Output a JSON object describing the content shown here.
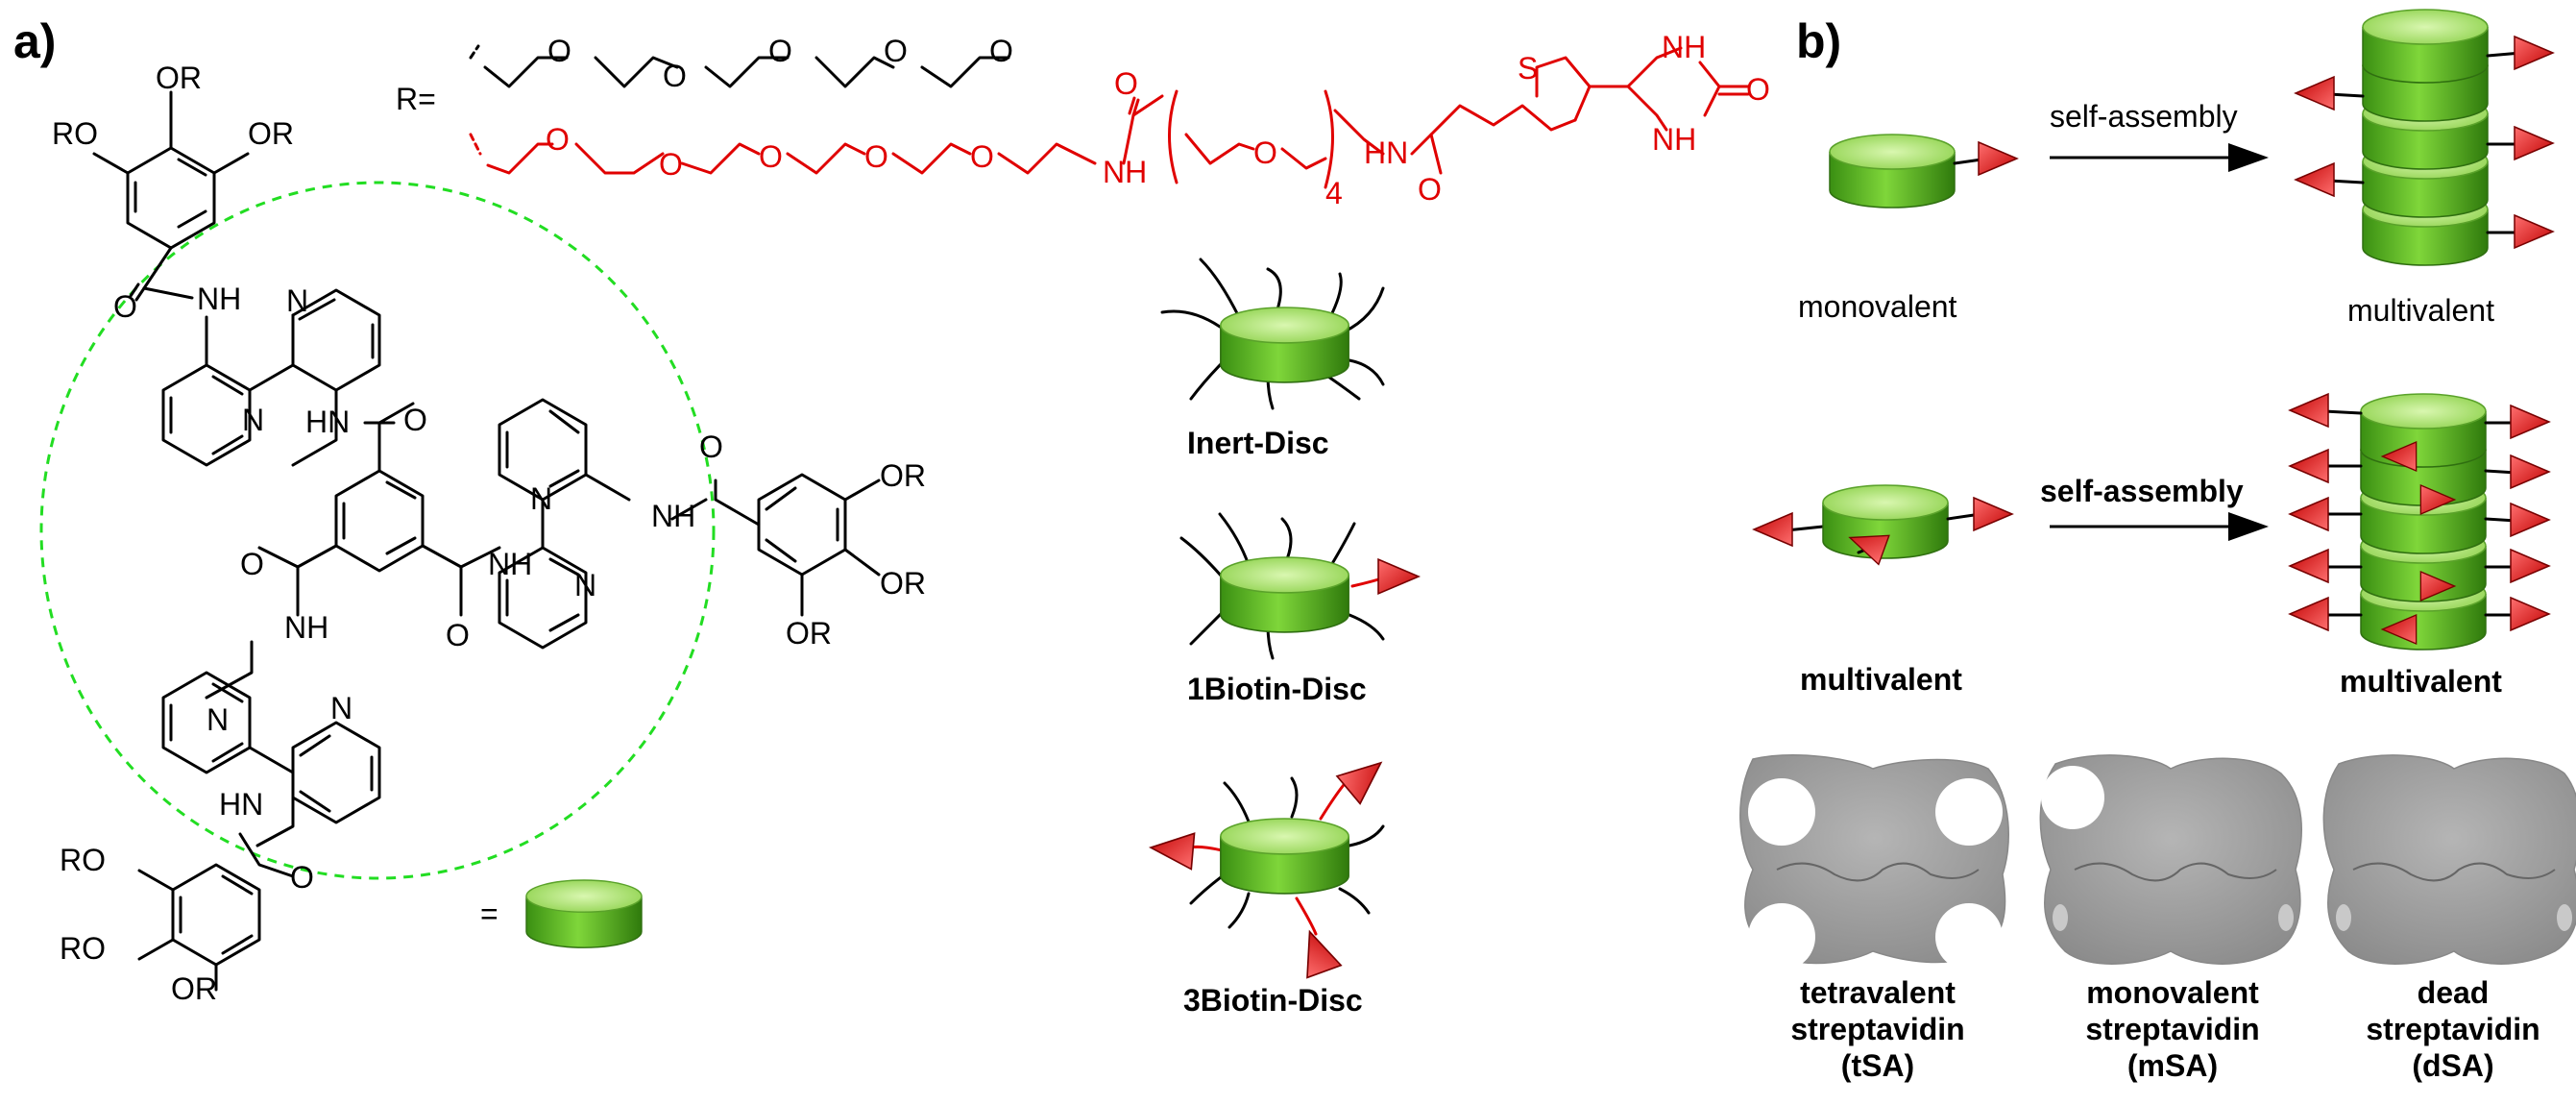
{
  "panels": {
    "a": "a)",
    "b": "b)"
  },
  "structure": {
    "r_prefix": "R=",
    "or": "OR",
    "ro": "RO",
    "nh": "NH",
    "hn": "HN",
    "n": "N",
    "o": "O",
    "s": "S",
    "repeat_count": "4",
    "equals": "="
  },
  "discs": {
    "inert": "Inert-Disc",
    "one_biotin": "1Biotin-Disc",
    "three_biotin": "3Biotin-Disc"
  },
  "assembly": {
    "self_assembly_1": "self-assembly",
    "self_assembly_2": "self-assembly",
    "monovalent": "monovalent",
    "multivalent_1": "multivalent",
    "multivalent_2": "multivalent",
    "multivalent_3": "multivalent"
  },
  "streptavidin": {
    "tsa": [
      "tetravalent",
      "streptavidin",
      "(tSA)"
    ],
    "msa": [
      "monovalent",
      "streptavidin",
      "(mSA)"
    ],
    "dsa": [
      "dead",
      "streptavidin",
      "(dSA)"
    ]
  },
  "colors": {
    "biotin_red": "#e00000",
    "disc_green": "#5cb82a",
    "dashed_circle": "#22dd22",
    "protein_grey": "#9a9a9a"
  }
}
